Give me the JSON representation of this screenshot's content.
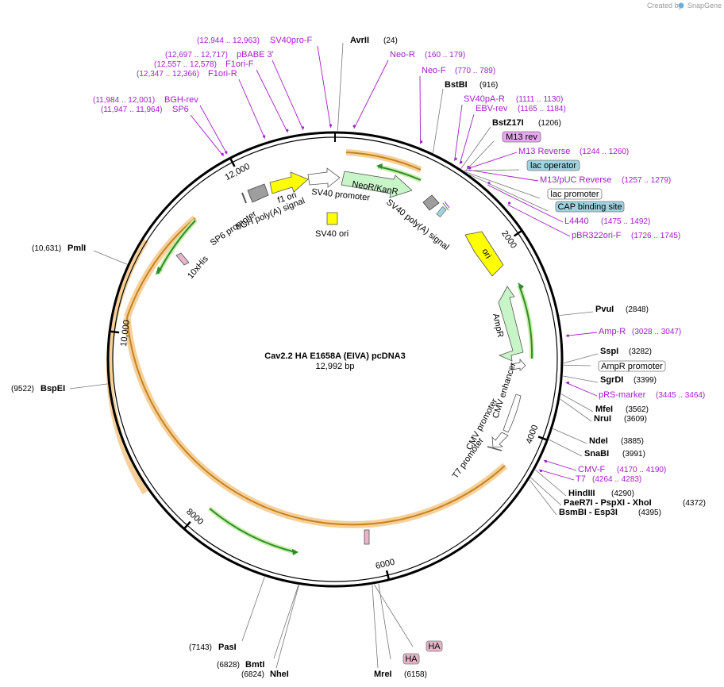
{
  "branding": {
    "created_by": "Created by",
    "app": "SnapGene"
  },
  "plasmid": {
    "name": "Cav2.2 HA E1658A (EIVA) pcDNA3",
    "size_label": "12,992 bp",
    "length": 12992
  },
  "ruler_marks": [
    {
      "pos": 2000,
      "label": "2000"
    },
    {
      "pos": 4000,
      "label": "4000"
    },
    {
      "pos": 6000,
      "label": "6000"
    },
    {
      "pos": 8000,
      "label": "8000"
    },
    {
      "pos": 10000,
      "label": "10,000"
    },
    {
      "pos": 12000,
      "label": "12,000"
    }
  ],
  "sites": [
    {
      "name": "AvrII",
      "pos": "(24)",
      "at": 24
    },
    {
      "name": "BstBI",
      "pos": "(916)",
      "at": 916
    },
    {
      "name": "BstZ17I",
      "pos": "(1206)",
      "at": 1206
    },
    {
      "name": "PvuI",
      "pos": "(2848)",
      "at": 2848
    },
    {
      "name": "SspI",
      "pos": "(3282)",
      "at": 3282
    },
    {
      "name": "SgrDI",
      "pos": "(3399)",
      "at": 3399
    },
    {
      "name": "MfeI",
      "pos": "(3562)",
      "at": 3562
    },
    {
      "name": "NruI",
      "pos": "(3609)",
      "at": 3609
    },
    {
      "name": "NdeI",
      "pos": "(3885)",
      "at": 3885
    },
    {
      "name": "SnaBI",
      "pos": "(3991)",
      "at": 3991
    },
    {
      "name": "HindIII",
      "pos": "(4290)",
      "at": 4290
    },
    {
      "name": "PaeR7I - PspXI - XhoI",
      "pos": "(4372)",
      "at": 4372
    },
    {
      "name": "BsmBI - Esp3I",
      "pos": "(4395)",
      "at": 4395
    },
    {
      "name": "MreI",
      "pos": "(6158)",
      "at": 6158
    },
    {
      "name": "NheI",
      "pos": "(6824)",
      "at": 6824
    },
    {
      "name": "BmtI",
      "pos": "(6828)",
      "at": 6828
    },
    {
      "name": "PasI",
      "pos": "(7143)",
      "at": 7143
    },
    {
      "name": "BspEI",
      "pos": "(9522)",
      "at": 9522
    },
    {
      "name": "PmlI",
      "pos": "(10,631)",
      "at": 10631
    }
  ],
  "primers": [
    {
      "name": "SV40pro-F",
      "range": "(12,944 .. 12,963)",
      "at": 12954
    },
    {
      "name": "pBABE 3'",
      "range": "(12,697 .. 12,717)",
      "at": 12707
    },
    {
      "name": "F1ori-F",
      "range": "(12,557 .. 12,578)",
      "at": 12567
    },
    {
      "name": "F1ori-R",
      "range": "(12,347 .. 12,366)",
      "at": 12356
    },
    {
      "name": "BGH-rev",
      "range": "(11,984 .. 12,001)",
      "at": 11992
    },
    {
      "name": "SP6",
      "range": "(11,947 .. 11,964)",
      "at": 11955
    },
    {
      "name": "Neo-R",
      "range": "(160 .. 179)",
      "at": 170
    },
    {
      "name": "Neo-F",
      "range": "(770 .. 789)",
      "at": 780
    },
    {
      "name": "SV40pA-R",
      "range": "(1111 .. 1130)",
      "at": 1120
    },
    {
      "name": "EBV-rev",
      "range": "(1165 .. 1184)",
      "at": 1175
    },
    {
      "name": "M13 Reverse",
      "range": "(1244 .. 1260)",
      "at": 1252
    },
    {
      "name": "M13/pUC Reverse",
      "range": "(1257 .. 1279)",
      "at": 1268
    },
    {
      "name": "L4440",
      "range": "(1475 .. 1492)",
      "at": 1484
    },
    {
      "name": "pBR322ori-F",
      "range": "(1726 .. 1745)",
      "at": 1736
    },
    {
      "name": "Amp-R",
      "range": "(3028 .. 3047)",
      "at": 3038
    },
    {
      "name": "pRS-marker",
      "range": "(3445 .. 3464)",
      "at": 3455
    },
    {
      "name": "CMV-F",
      "range": "(4170 .. 4190)",
      "at": 4180
    },
    {
      "name": "T7",
      "range": "(4264 .. 4283)",
      "at": 4274
    }
  ],
  "boxed_features": [
    {
      "name": "M13 rev",
      "color": "#e8a6f0"
    },
    {
      "name": "lac operator",
      "color": "#9fd3df"
    },
    {
      "name": "lac promoter",
      "color": "#ffffff"
    },
    {
      "name": "CAP binding site",
      "color": "#9fd3df"
    },
    {
      "name": "AmpR promoter",
      "color": "#ffffff"
    },
    {
      "name": "HA",
      "color": "#e8b4c8"
    },
    {
      "name": "HA",
      "color": "#e8b4c8"
    }
  ],
  "features": [
    {
      "name": "NeoR/KanR",
      "kind": "gene",
      "color": "#c8f5c8"
    },
    {
      "name": "SV40 promoter",
      "kind": "promoter",
      "color": "#ffffff"
    },
    {
      "name": "SV40 poly(A) signal",
      "kind": "terminator",
      "color": "#9e9e9e"
    },
    {
      "name": "SV40 ori",
      "kind": "origin",
      "color": "#ffff00"
    },
    {
      "name": "f1 ori",
      "kind": "origin",
      "color": "#ffff00"
    },
    {
      "name": "bGH poly(A) signal",
      "kind": "terminator",
      "color": "#9e9e9e"
    },
    {
      "name": "SP6 promoter",
      "kind": "promoter",
      "color": "#ffffff"
    },
    {
      "name": "10xHis",
      "kind": "tag",
      "color": "#e8b4c8"
    },
    {
      "name": "ori",
      "kind": "origin",
      "color": "#ffff00"
    },
    {
      "name": "AmpR",
      "kind": "gene",
      "color": "#c8f5c8"
    },
    {
      "name": "CMV enhancer",
      "kind": "enhancer",
      "color": "#ffffff"
    },
    {
      "name": "CMV promoter",
      "kind": "promoter",
      "color": "#ffffff"
    },
    {
      "name": "T7 promoter",
      "kind": "promoter",
      "color": "#ffffff"
    }
  ],
  "colors": {
    "backbone": "#000000",
    "cds": "#f0a020",
    "primer": "#a020c8",
    "orf": "#2e8b2e"
  }
}
